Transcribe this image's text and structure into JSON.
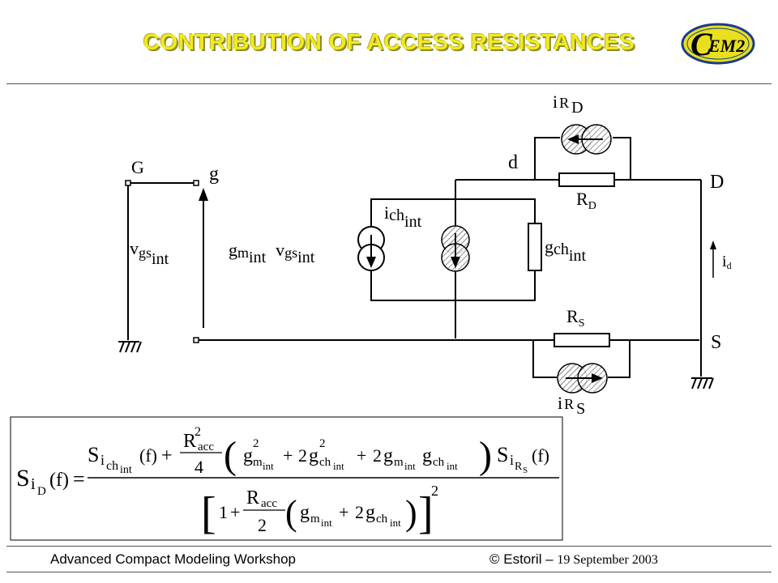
{
  "header": {
    "title": "CONTRIBUTION OF ACCESS RESISTANCES",
    "logo_text": "EM2",
    "logo_letter": "C"
  },
  "colors": {
    "title": "#f2ea1d",
    "title_shadow": "#8c8a2a",
    "logo_yellow": "#e8df20",
    "logo_blue": "#1a3c8c"
  },
  "circuit": {
    "node_G": "G",
    "node_g": "g",
    "node_d": "d",
    "node_D": "D",
    "node_S": "S",
    "vgs_main": "v",
    "vgs_sub": "gs",
    "vgs_subsub": "int",
    "gm_main": "g",
    "gm_sub": "m",
    "gm_subsub": "int",
    "ich_main": "i",
    "ich_sub": "ch",
    "ich_subsub": "int",
    "gch_main": "g",
    "gch_sub": "ch",
    "gch_subsub": "int",
    "iRD_main": "i",
    "iRD_sub": "R",
    "iRD_subsub": "D",
    "RD_main": "R",
    "RD_sub": "D",
    "RS_main": "R",
    "RS_sub": "S",
    "iRS_main": "i",
    "iRS_sub": "R",
    "iRS_subsub": "S",
    "id_main": "i",
    "id_sub": "d"
  },
  "formula": {
    "lhs_S": "S",
    "lhs_i": "i",
    "lhs_D": "D",
    "lhs_f": "(f)",
    "eq": "=",
    "S": "S",
    "i": "i",
    "ch": "ch",
    "int": "int",
    "f": "(f)",
    "plus": "+",
    "R": "R",
    "acc": "acc",
    "two_sq": "2",
    "four": "4",
    "g": "g",
    "m": "m",
    "two": "2",
    "R_S_sub": "R",
    "S_sub": "S",
    "one": "1",
    "power": "2"
  },
  "footer": {
    "left": "Advanced Compact Modeling Workshop",
    "right_a": "© Estoril – ",
    "right_b": "19 September 2003"
  }
}
